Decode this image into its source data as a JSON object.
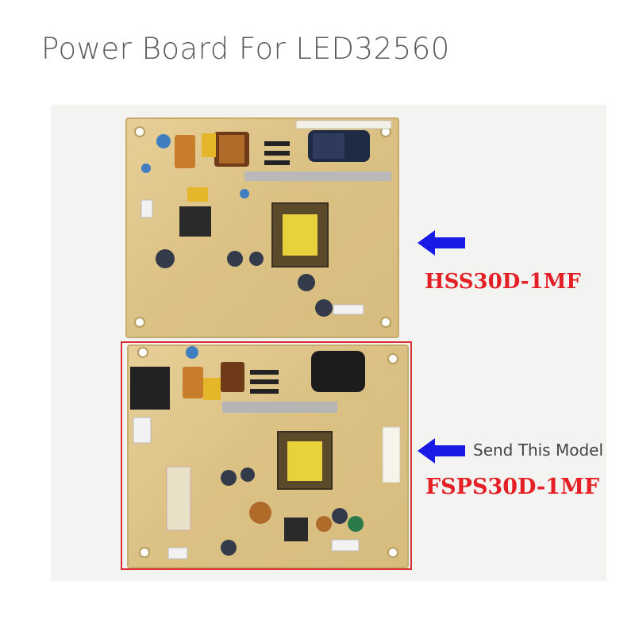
{
  "title": "Power Board For LED32560",
  "boards": [
    {
      "model": "HSS30D-1MF"
    },
    {
      "model": "FSPS30D-1MF",
      "note": "Send This Model"
    }
  ],
  "colors": {
    "accent_red": "#e41f26",
    "arrow_blue": "#1a1ae6",
    "pcb": "#dcc185",
    "highlight_border": "#d93035"
  },
  "icons": [
    "arrow-left-icon",
    "arrow-left-icon"
  ]
}
